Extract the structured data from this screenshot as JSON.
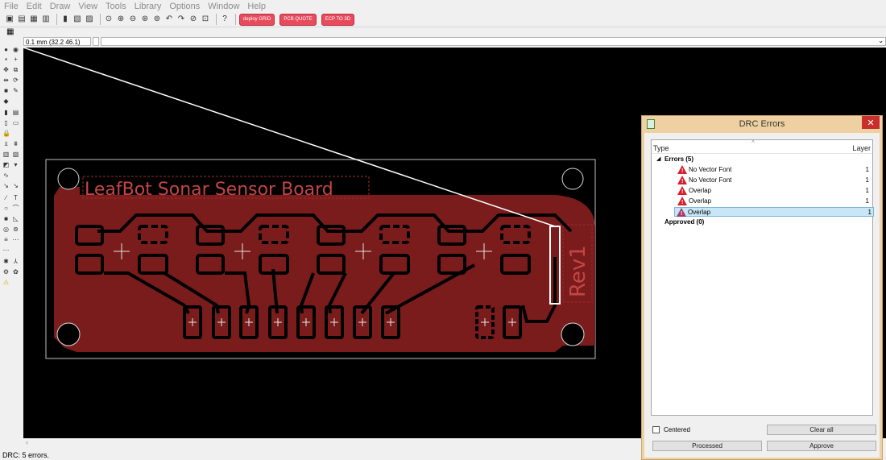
{
  "menu": [
    "File",
    "Edit",
    "Draw",
    "View",
    "Tools",
    "Library",
    "Options",
    "Window",
    "Help"
  ],
  "toolbar": {
    "badges": [
      "deploy\nGRID",
      "PCB\nQUOTE",
      "ECP\nTO 3D"
    ]
  },
  "coord_readout": "0.1 mm (32.2 46.1)",
  "board": {
    "title": "LeafBot Sonar Sensor Board",
    "rev": "Rev1"
  },
  "drc": {
    "title": "DRC Errors",
    "close": "✕",
    "col_type": "Type",
    "col_layer": "Layer",
    "errors_label": "Errors (5)",
    "errors": [
      {
        "type": "No Vector Font",
        "layer": "1"
      },
      {
        "type": "No Vector Font",
        "layer": "1"
      },
      {
        "type": "Overlap",
        "layer": "1"
      },
      {
        "type": "Overlap",
        "layer": "1"
      },
      {
        "type": "Overlap",
        "layer": "1"
      }
    ],
    "approved_label": "Approved (0)",
    "centered_label": "Centered",
    "clear_all": "Clear all",
    "processed": "Processed",
    "approve": "Approve"
  },
  "status": "DRC: 5 errors.",
  "colors": {
    "board": "#7a1c1c",
    "copper_line": "#000000",
    "outline": "#bfbfbf",
    "selection": "#c8e6f5",
    "warn": "#d81e2a"
  }
}
